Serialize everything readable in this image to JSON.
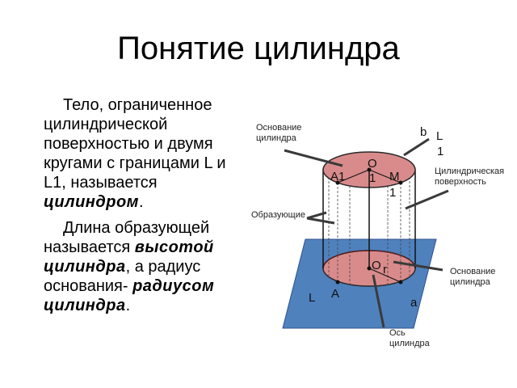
{
  "title": "Понятие цилиндра",
  "paragraph1": {
    "before": "Тело, ограниченное цилиндрической поверхностью и двумя кругами с границами L и L1, называется ",
    "term": "цилиндром",
    "after": "."
  },
  "paragraph2": {
    "before": "Длина образующей называется ",
    "term1": "высотой цилиндра",
    "middle": ", а радиус основания- ",
    "term2": "радиусом цилиндра",
    "after": "."
  },
  "figure": {
    "label_top_base": "Основание цилиндра",
    "label_surface": "Цилиндрическая поверхность",
    "label_generatrix": "Образующие",
    "label_bottom_base": "Основание цилиндра",
    "label_axis": "Ось цилиндра",
    "letter_b": "b",
    "letter_L": "L",
    "letter_1_L": "1",
    "letter_O": "O",
    "letter_1_O": "1",
    "letter_A1": "A1",
    "letter_M": "M",
    "letter_1_M": "1",
    "letter_O_bottom": "O",
    "letter_r": "r",
    "letter_A": "A",
    "letter_L_bottom": "L",
    "letter_a": "a"
  },
  "colors": {
    "base_fill": "#d98b8b",
    "plane_fill": "#4f81bd",
    "callout_line": "#3a3a3a"
  }
}
